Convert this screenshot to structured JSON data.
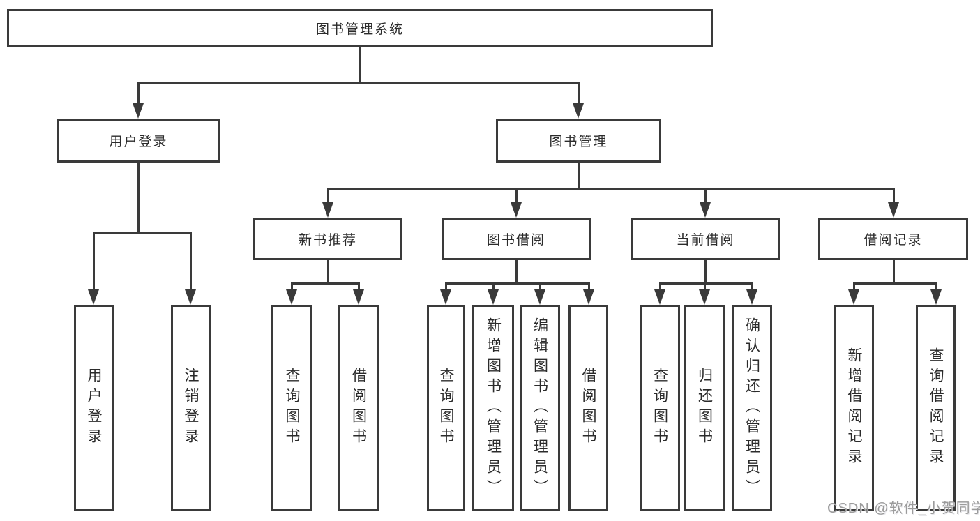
{
  "diagram": {
    "type": "hierarchy-tree",
    "title": "图书管理系统"
  },
  "nodes": {
    "root": "图书管理系统",
    "level2": {
      "user_login": "用户登录",
      "book_management": "图书管理"
    },
    "level3": {
      "new_book_recommend": "新书推荐",
      "book_borrowing": "图书借阅",
      "current_borrowing": "当前借阅",
      "borrowing_records": "借阅记录"
    },
    "leaves": {
      "user_login": [
        "用户登录",
        "注销登录"
      ],
      "new_book_recommend": [
        "查询图书",
        "借阅图书"
      ],
      "book_borrowing": [
        "查询图书",
        "新增图书（管理员）",
        "编辑图书（管理员）",
        "借阅图书"
      ],
      "current_borrowing": [
        "查询图书",
        "归还图书",
        "确认归还（管理员）"
      ],
      "borrowing_records": [
        "新增借阅记录",
        "查询借阅记录"
      ]
    }
  },
  "watermark": {
    "text": "CSDN @软件_小贺同学"
  },
  "colors": {
    "line": "#3a3a3a",
    "text": "#2b2b2b",
    "background": "#ffffff",
    "watermark": "#9b9b9b"
  }
}
